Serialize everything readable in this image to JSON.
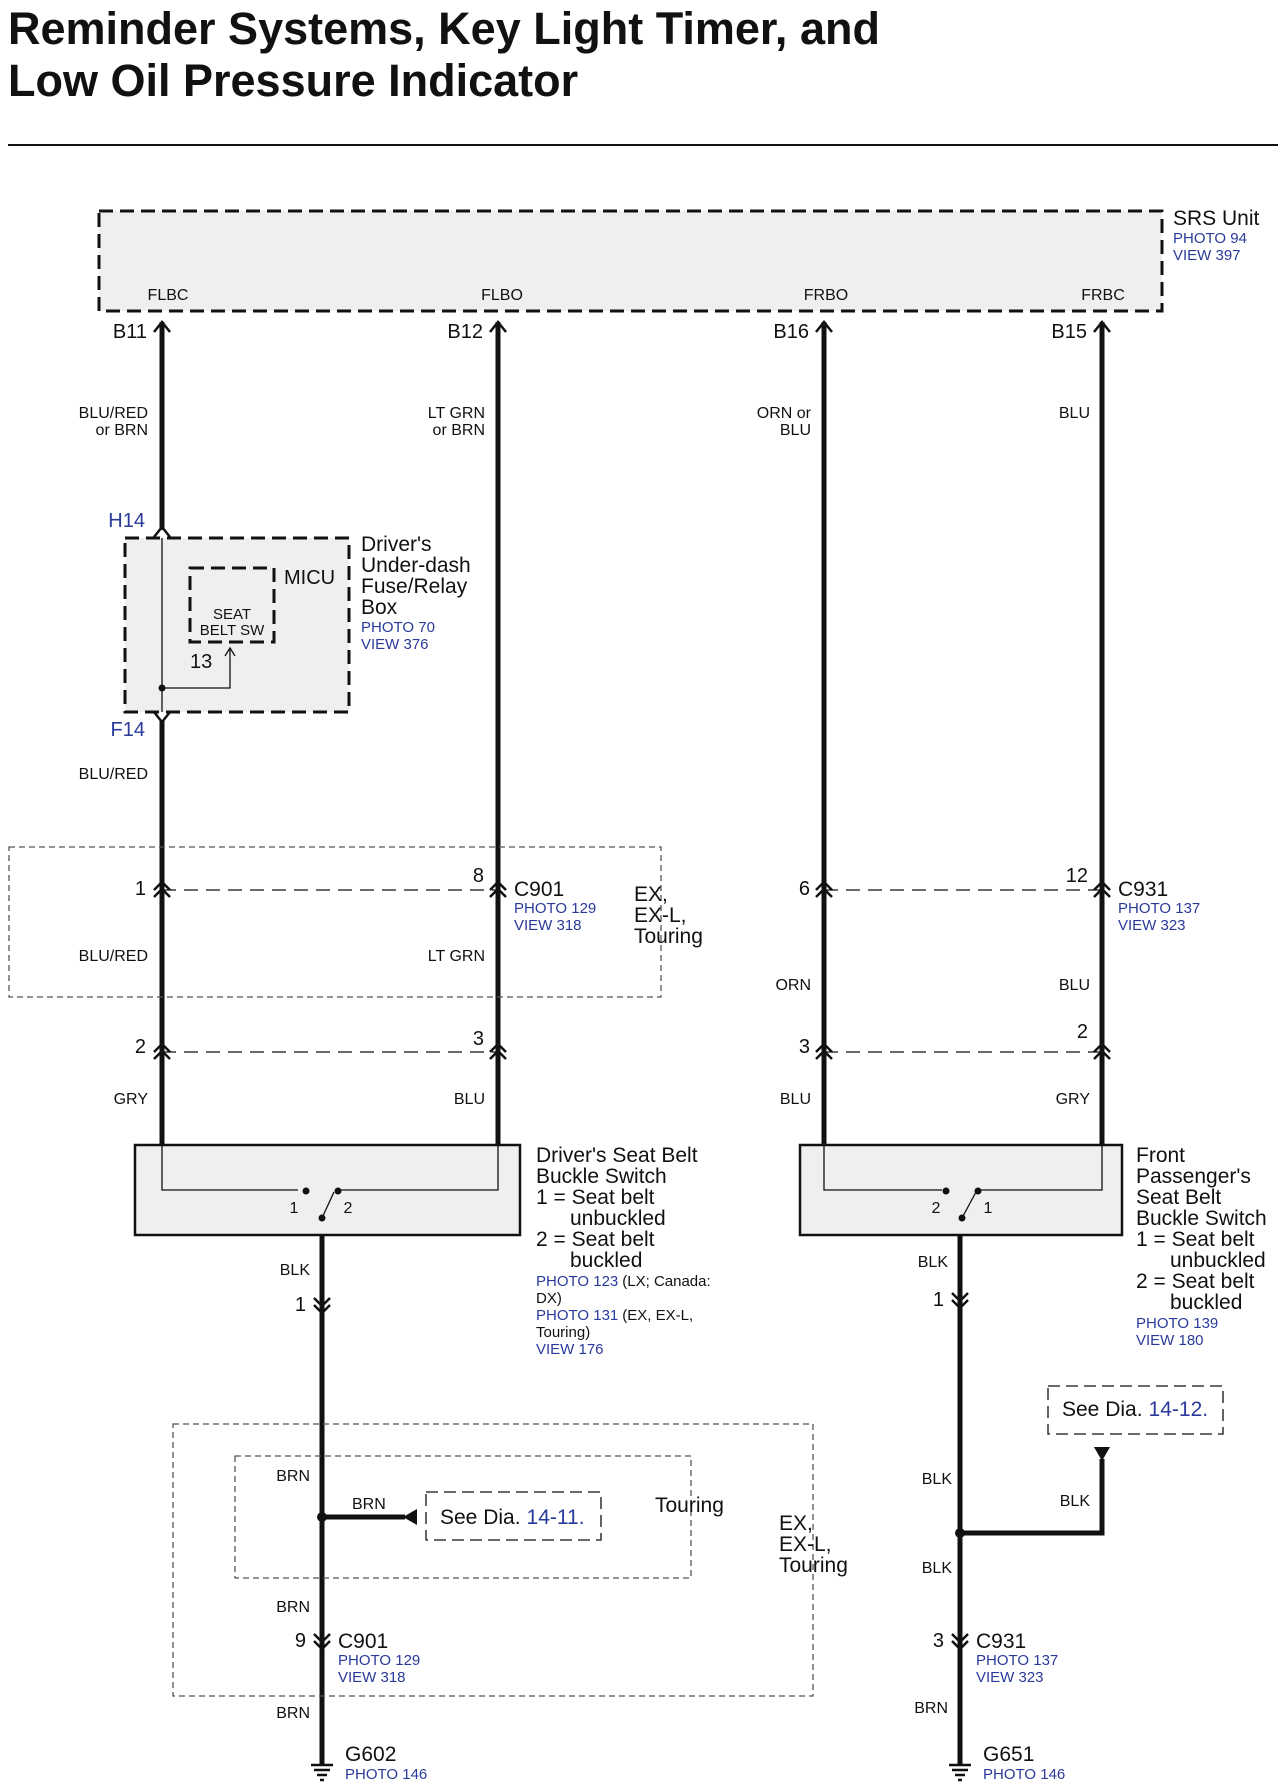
{
  "title": [
    "Reminder Systems, Key Light Timer, and",
    "Low Oil Pressure Indicator"
  ],
  "srs": {
    "name": "SRS Unit",
    "photo": "PHOTO 94",
    "view": "VIEW 397",
    "terminals": [
      "FLBC",
      "FLBO",
      "FRBO",
      "FRBC"
    ],
    "pins": [
      "B11",
      "B12",
      "B16",
      "B15"
    ]
  },
  "wires_top": [
    [
      "BLU/RED",
      "or BRN"
    ],
    [
      "LT GRN",
      "or BRN"
    ],
    [
      "ORN or",
      "BLU"
    ],
    [
      "BLU"
    ]
  ],
  "micu": {
    "pin_in": "H14",
    "pin_out": "F14",
    "label": "MICU",
    "switch": [
      "SEAT",
      "BELT SW"
    ],
    "inner_pin": "13",
    "box_name": [
      "Driver's",
      "Under-dash",
      "Fuse/Relay",
      "Box"
    ],
    "photo": "PHOTO 70",
    "view": "VIEW 376"
  },
  "wire_mid": "BLU/RED",
  "c901_top": {
    "pin1": "1",
    "pin8": "8",
    "name": "C901",
    "photo": "PHOTO 129",
    "view": "VIEW 318",
    "variant": [
      "EX,",
      "EX-L,",
      "Touring"
    ]
  },
  "c931_top": {
    "pin6": "6",
    "pin12": "12",
    "name": "C931",
    "photo": "PHOTO 137",
    "view": "VIEW 323"
  },
  "wires_lower": [
    "BLU/RED",
    "LT GRN",
    "ORN",
    "BLU"
  ],
  "conn_lower_pins": [
    "2",
    "3",
    "3",
    "2"
  ],
  "wires_switch": [
    "GRY",
    "BLU",
    "BLU",
    "GRY"
  ],
  "driver_switch": {
    "pins": [
      "1",
      "2"
    ],
    "lines": [
      "Driver's Seat Belt",
      "Buckle Switch",
      "1 = Seat belt",
      "unbuckled",
      "2 = Seat belt",
      "buckled"
    ],
    "photo1": "PHOTO 123",
    "photo1_note": "(LX; Canada:",
    "photo1_note2": "DX)",
    "photo2": "PHOTO 131",
    "photo2_note": "(EX, EX-L,",
    "photo2_note2": "Touring)",
    "view": "VIEW 176"
  },
  "pass_switch": {
    "pins": [
      "2",
      "1"
    ],
    "lines": [
      "Front",
      "Passenger's",
      "Seat Belt",
      "Buckle Switch",
      "1 = Seat belt",
      "unbuckled",
      "2 = Seat belt",
      "buckled"
    ],
    "photo": "PHOTO 139",
    "view": "VIEW 180"
  },
  "left_ground": {
    "w1": "BLK",
    "pin1": "1",
    "w2": "BRN",
    "branch_wire": "BRN",
    "see_text": "See Dia.",
    "see_ref": "14-11.",
    "touring": "Touring",
    "variant": [
      "EX,",
      "EX-L,",
      "Touring"
    ],
    "w3": "BRN",
    "pin9": "9",
    "conn": "C901",
    "photo": "PHOTO 129",
    "view": "VIEW 318",
    "w4": "BRN",
    "gnd": "G602",
    "gnd_photo": "PHOTO 146"
  },
  "right_ground": {
    "w1": "BLK",
    "pin1": "1",
    "see_text": "See Dia.",
    "see_ref": "14-12.",
    "w2": "BLK",
    "branch_wire": "BLK",
    "w3": "BLK",
    "pin3": "3",
    "conn": "C931",
    "photo": "PHOTO 137",
    "view": "VIEW 323",
    "w4": "BRN",
    "gnd": "G651",
    "gnd_photo": "PHOTO 146"
  }
}
